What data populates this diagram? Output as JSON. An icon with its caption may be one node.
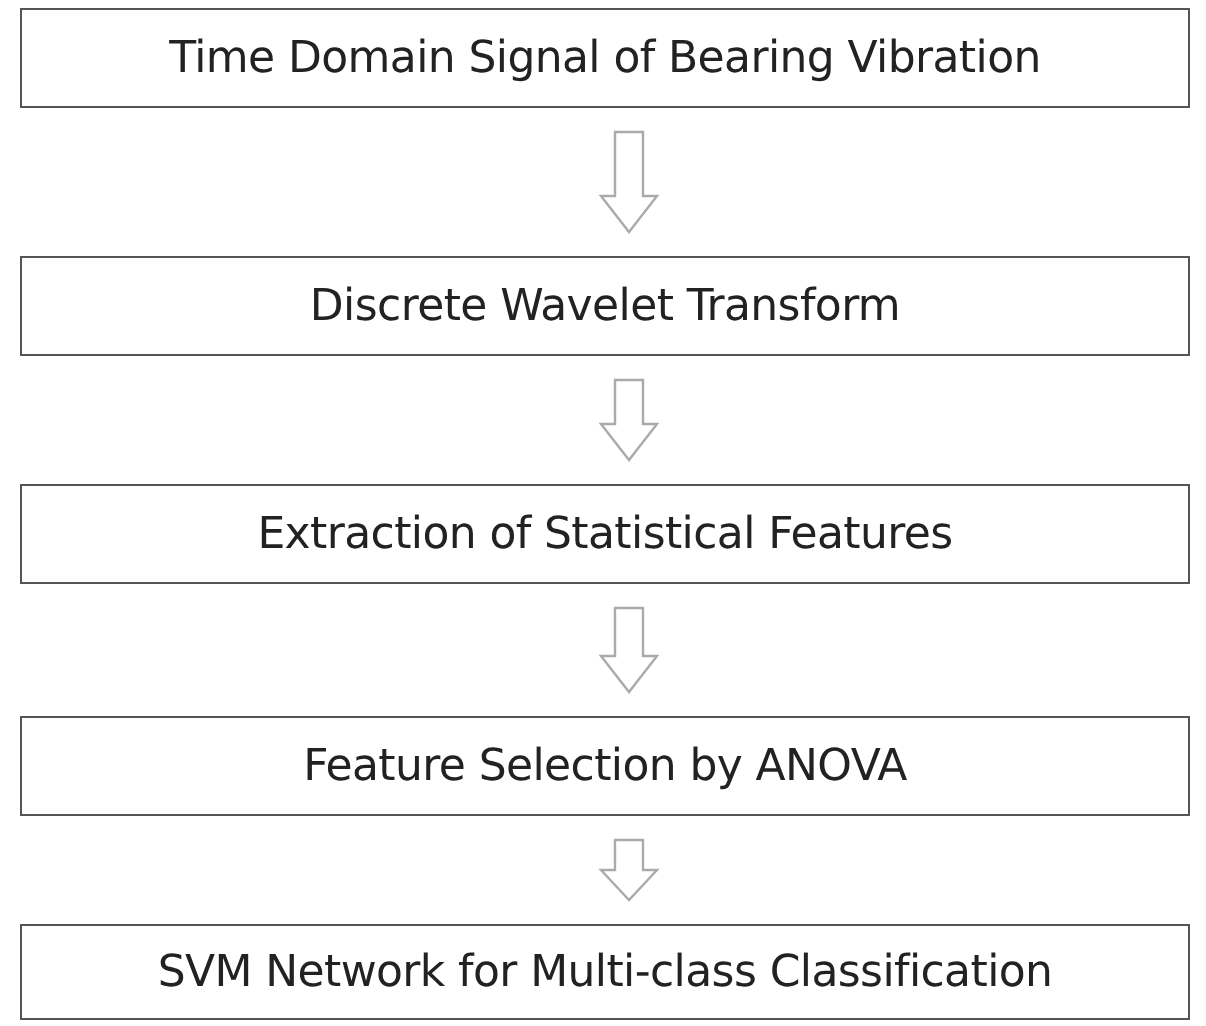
{
  "diagram": {
    "nodes": [
      {
        "text": [
          "Time Domain Signal of Bearing Vibration"
        ]
      },
      {
        "text": [
          "Discrete Wavelet Transform"
        ]
      },
      {
        "text": [
          "Extraction of Statistical Features"
        ]
      },
      {
        "text": [
          "Feature Selection by ANOVA"
        ]
      },
      {
        "text": [
          "SVM Network for Multi-class Classification"
        ]
      }
    ],
    "edges": [
      {
        "from": 0,
        "to": 1,
        "arrow": "to"
      },
      {
        "from": 1,
        "to": 2,
        "arrow": "to"
      },
      {
        "from": 2,
        "to": 3,
        "arrow": "to"
      },
      {
        "from": 3,
        "to": 4,
        "arrow": "to"
      }
    ]
  }
}
